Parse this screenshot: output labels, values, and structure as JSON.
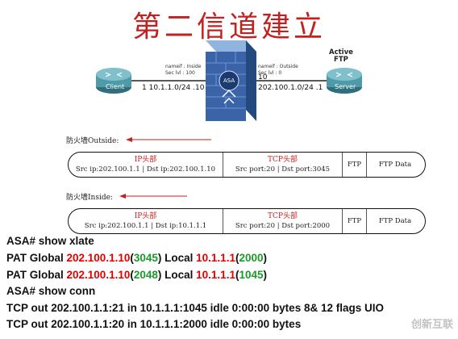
{
  "title": "第二信道建立",
  "topology": {
    "client_label": "Client",
    "server_label": "Server",
    "asa_label": "ASA",
    "active_ftp_line1": "Active",
    "active_ftp_line2": "FTP",
    "inside_nameif": "nameif : Inside",
    "inside_seclvl": "Sec lvl : 100",
    "outside_nameif": "nameif : Outside",
    "outside_seclvl": "Sec lvl : 0",
    "inside_net": "1   10.1.1.0/24  .10",
    "outside_net_prefix": "10",
    "outside_net": "202.100.1.0/24  .1"
  },
  "packets": [
    {
      "direction_label": "防火墙Outside:",
      "ip_header": "IP头部",
      "ip_src": "Src ip:202.100.1.1",
      "ip_dst": "Dst ip:202.100.1.10",
      "tcp_header": "TCP头部",
      "tcp_src": "Src port:20",
      "tcp_dst": "Dst port:3045",
      "ftp": "FTP",
      "ftp_data": "FTP Data"
    },
    {
      "direction_label": "防火墙Inside:",
      "ip_header": "IP头部",
      "ip_src": "Src ip:202.100.1.1",
      "ip_dst": "Dst ip:10.1.1.1",
      "tcp_header": "TCP头部",
      "tcp_src": "Src port:20",
      "tcp_dst": "Dst port:2000",
      "ftp": "FTP",
      "ftp_data": "FTP Data"
    }
  ],
  "cli": {
    "line1": "ASA# show xlate",
    "line2": {
      "a": "PAT Global ",
      "b": "202.100.1.10",
      "c": "(",
      "d": "3045",
      "e": ") Local ",
      "f": "10.1.1.1",
      "g": "(",
      "h": "2000",
      "i": ")"
    },
    "line3": {
      "a": "PAT Global ",
      "b": "202.100.1.10",
      "c": "(",
      "d": "2048",
      "e": ") Local ",
      "f": "10.1.1.1",
      "g": "(",
      "h": "1045",
      "i": ")"
    },
    "line4": "ASA# show conn",
    "line5": "TCP out 202.100.1.1:21 in 10.1.1.1:1045 idle 0:00:00 bytes 8& 12 flags UIO",
    "line6": "TCP out 202.100.1.1:20 in 10.1.1.1:2000 idle 0:00:00 bytes"
  },
  "watermark": "创新互联",
  "colors": {
    "title": "#c3211f",
    "highlight_red": "#e00000",
    "highlight_green": "#1a9a2a",
    "router": "#4e9aa8",
    "asa": "#3a63a8"
  }
}
